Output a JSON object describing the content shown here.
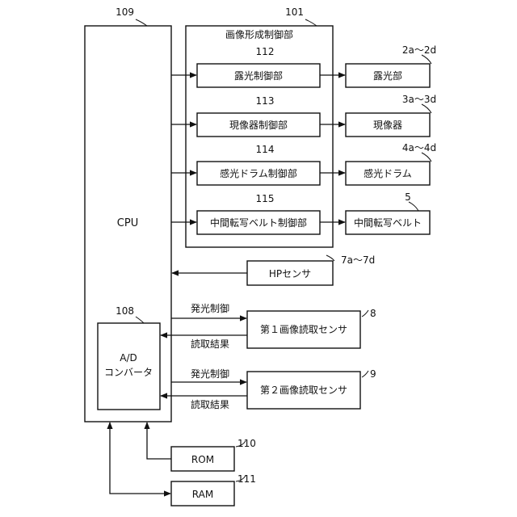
{
  "cpu": {
    "ref": "109",
    "label": "CPU"
  },
  "image_controller": {
    "ref": "101",
    "title": "画像形成制御部"
  },
  "controllers": [
    {
      "ref": "112",
      "label": "露光制御部"
    },
    {
      "ref": "113",
      "label": "現像器制御部"
    },
    {
      "ref": "114",
      "label": "感光ドラム制御部"
    },
    {
      "ref": "115",
      "label": "中間転写ベルト制御部"
    }
  ],
  "devices": [
    {
      "ref": "2a～2d",
      "label": "露光部"
    },
    {
      "ref": "3a～3d",
      "label": "現像器"
    },
    {
      "ref": "4a～4d",
      "label": "感光ドラム"
    },
    {
      "ref": "5",
      "label": "中間転写ベルト"
    }
  ],
  "hp_sensor": {
    "ref": "7a～7d",
    "label": "HPセンサ"
  },
  "adc": {
    "ref": "108",
    "label_line1": "A/D",
    "label_line2": "コンバータ"
  },
  "sensors": [
    {
      "ref": "8",
      "label": "第１画像読取センサ",
      "out_label": "発光制御",
      "in_label": "読取結果"
    },
    {
      "ref": "9",
      "label": "第２画像読取センサ",
      "out_label": "発光制御",
      "in_label": "読取結果"
    }
  ],
  "rom": {
    "ref": "110",
    "label": "ROM"
  },
  "ram": {
    "ref": "111",
    "label": "RAM"
  }
}
